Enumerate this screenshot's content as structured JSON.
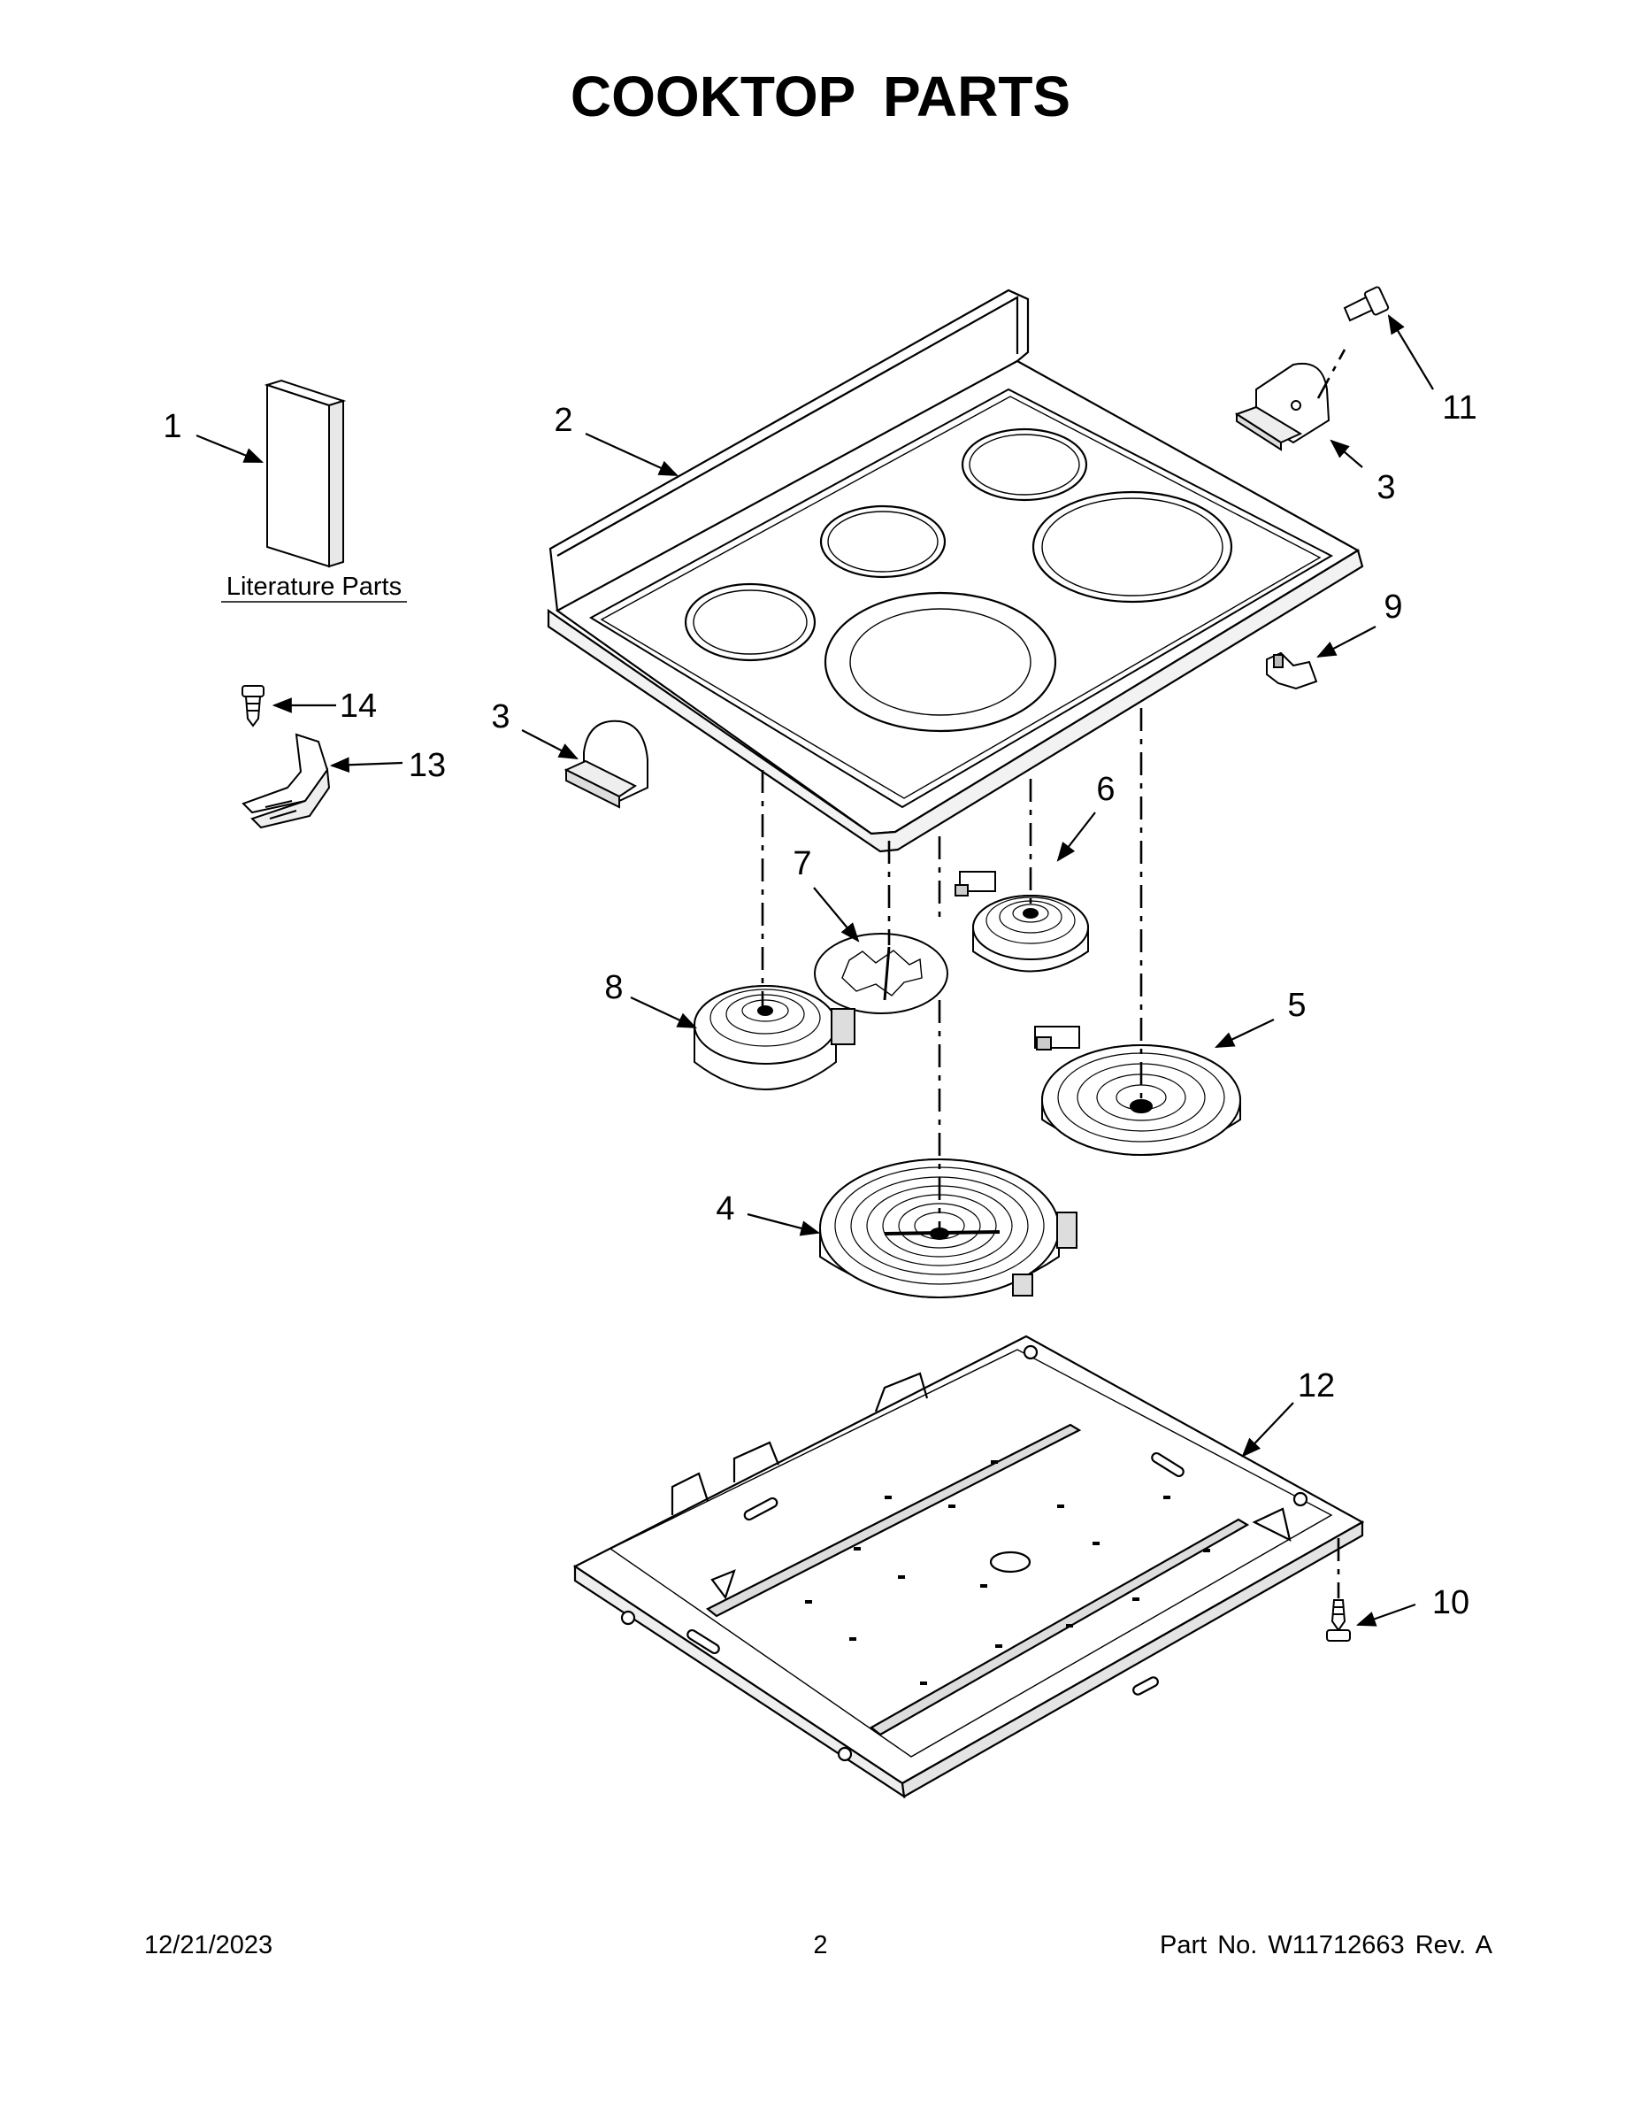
{
  "title": "COOKTOP PARTS",
  "literature_label": "Literature Parts",
  "callouts": {
    "c1": "1",
    "c2": "2",
    "c3a": "3",
    "c3b": "3",
    "c4": "4",
    "c5": "5",
    "c6": "6",
    "c7": "7",
    "c8": "8",
    "c9": "9",
    "c10": "10",
    "c11": "11",
    "c12": "12",
    "c13": "13",
    "c14": "14"
  },
  "footer": {
    "date": "12/21/2023",
    "page": "2",
    "part_no": "Part No.  W11712663  Rev.  A"
  }
}
